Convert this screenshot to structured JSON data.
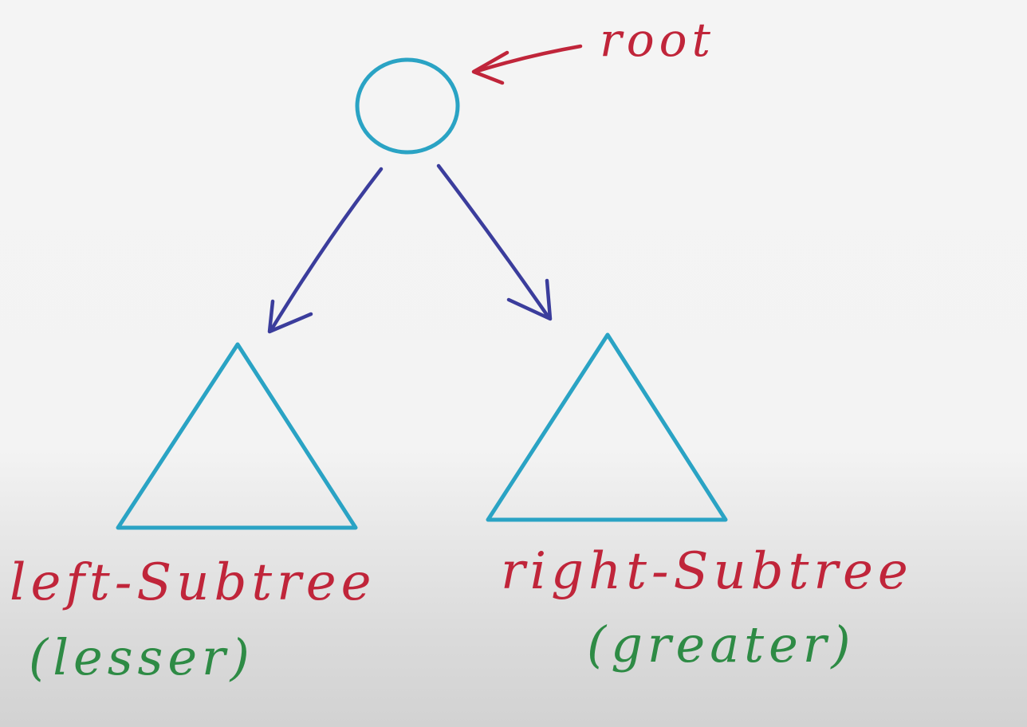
{
  "diagram": {
    "root_label": "root",
    "left_subtree": {
      "label": "left-Subtree",
      "note": "(lesser)"
    },
    "right_subtree": {
      "label": "right-Subtree",
      "note": "(greater)"
    }
  },
  "colors": {
    "node_stroke": "#2aa3c4",
    "edge_stroke": "#3b3d9c",
    "label_red": "#c0253a",
    "label_green": "#2e8b45"
  }
}
